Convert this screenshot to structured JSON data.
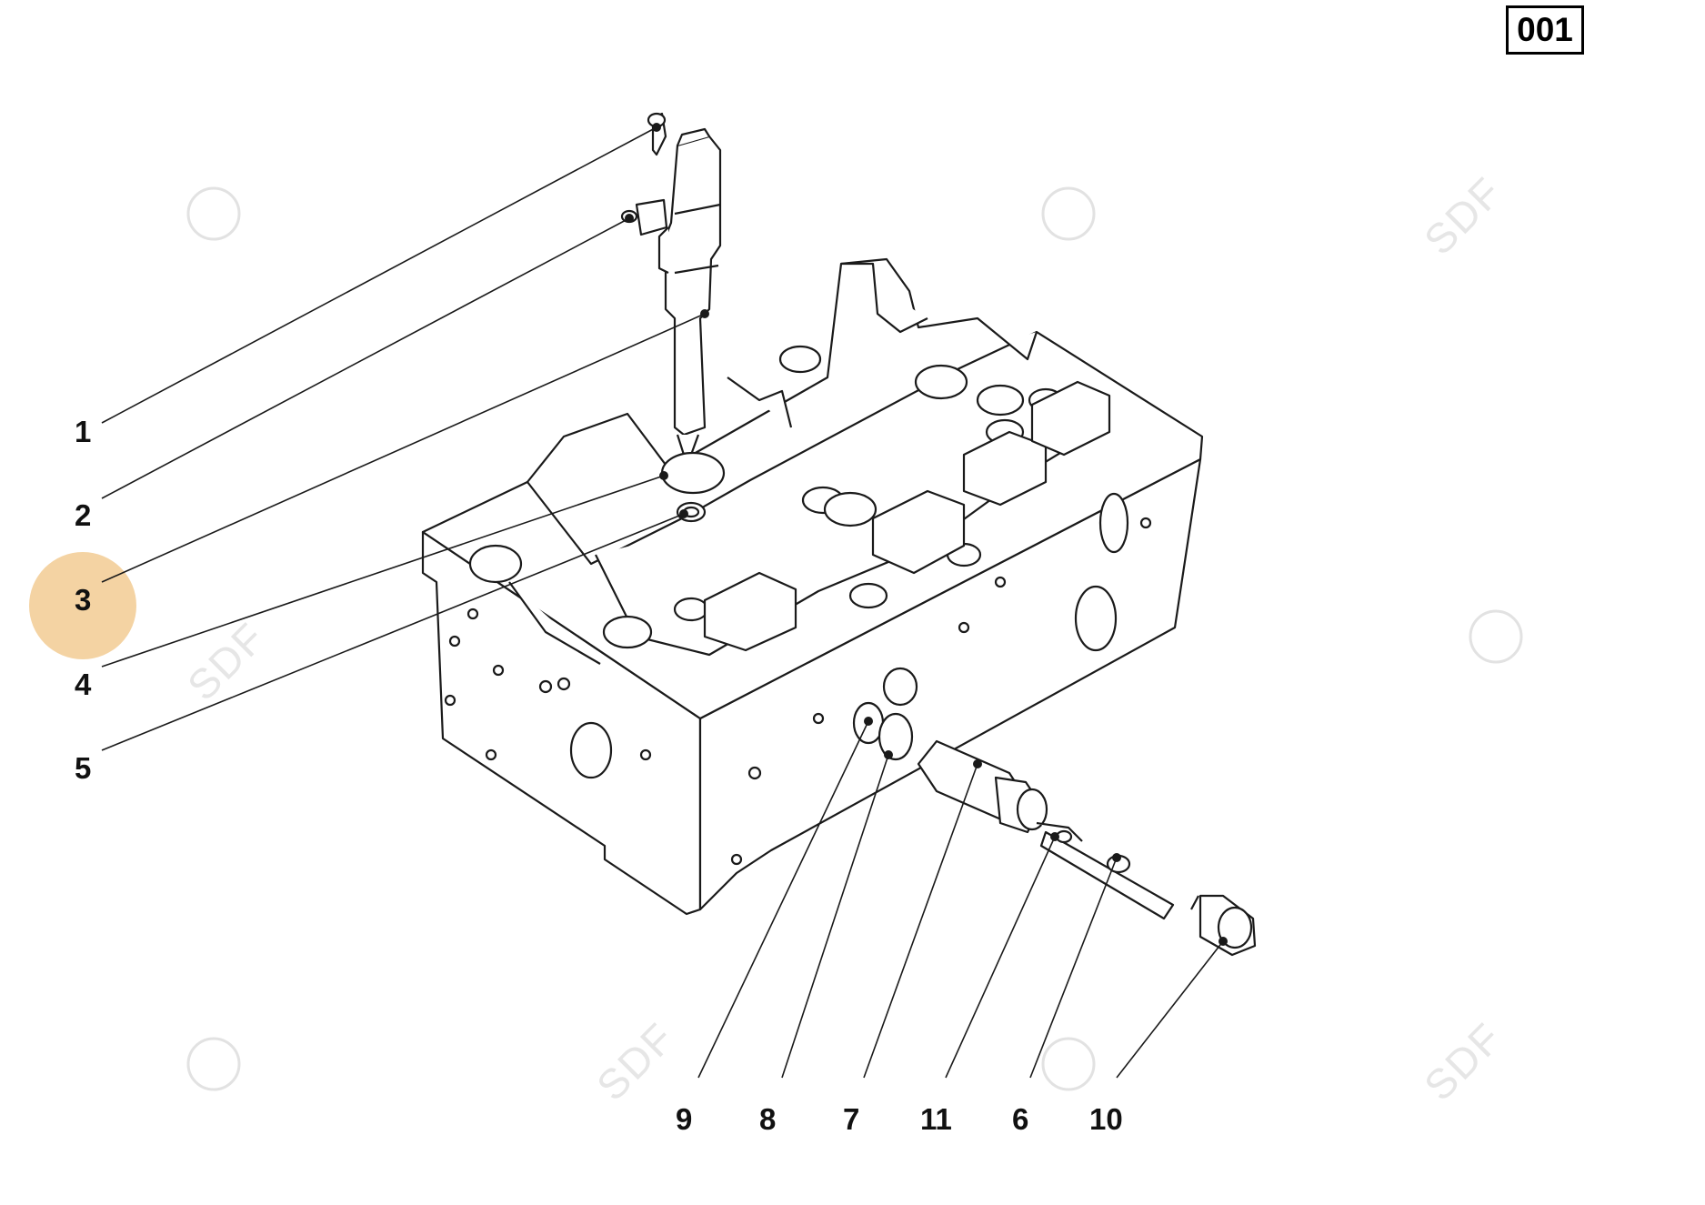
{
  "page_number": "001",
  "watermark_text": "SDF",
  "highlighted_callout": "3",
  "highlight_color": "#f4d3a3",
  "callouts_left": [
    {
      "id": "1",
      "label": "1"
    },
    {
      "id": "2",
      "label": "2"
    },
    {
      "id": "3",
      "label": "3"
    },
    {
      "id": "4",
      "label": "4"
    },
    {
      "id": "5",
      "label": "5"
    }
  ],
  "callouts_bottom": [
    {
      "id": "9",
      "label": "9"
    },
    {
      "id": "8",
      "label": "8"
    },
    {
      "id": "7",
      "label": "7"
    },
    {
      "id": "11",
      "label": "11"
    },
    {
      "id": "6",
      "label": "6"
    },
    {
      "id": "10",
      "label": "10"
    }
  ]
}
